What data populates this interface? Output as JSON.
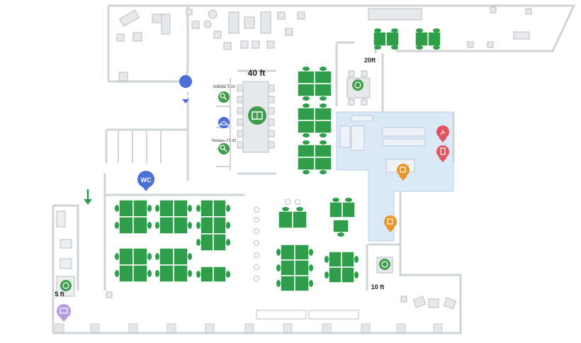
{
  "labels": {
    "room_40ft": "40 ft",
    "room_20ft": "20ft",
    "room_10ft": "10 ft",
    "room_5ft": "5 ft",
    "wc": "WC",
    "lockers_1": "Локеры 1-16",
    "lockers_2": "Локеры 17-32"
  },
  "colors": {
    "desk": "#2e9e4a",
    "desk_dark": "#1f7a36",
    "wall": "#cfd4d8",
    "meeting_zone": "#dbe9f6",
    "marker_blue": "#4a6fd6",
    "marker_green": "#3f9e4b",
    "marker_orange": "#e8952a",
    "marker_red": "#e05560",
    "marker_purple": "#b59be0",
    "furniture": "#e6e8ea"
  },
  "icons": {
    "wc_marker": "wc-pin-icon",
    "hanger_marker": "hanger-pin-icon",
    "locker_marker": "locker-search-icon",
    "room_marker": "meeting-room-icon",
    "coffee_marker": "coffee-cup-icon",
    "fire_exit_marker": "running-person-icon",
    "extinguisher_marker": "extinguisher-icon",
    "exit_arrow": "down-arrow-icon"
  }
}
